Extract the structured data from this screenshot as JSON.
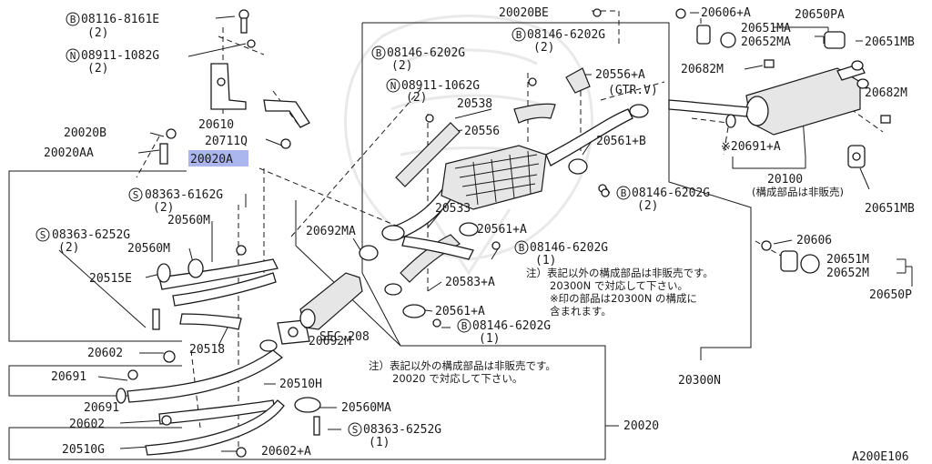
{
  "diagram": {
    "ref_code": "A200E106",
    "highlight_label": "20020A",
    "labels": {
      "b_08116_8161e": "08116-8161E",
      "b_08116_8161e_qty": "(2)",
      "n_08911_1082g": "08911-1082G",
      "n_08911_1082g_qty": "(2)",
      "p20610": "20610",
      "p20711q": "20711Q",
      "p20020b": "20020B",
      "p20020aa": "20020AA",
      "s_08363_6162g": "08363-6162G",
      "s_08363_6162g_qty": "(2)",
      "s_08363_6252g_top": "08363-6252G",
      "s_08363_6252g_top_qty": "(2)",
      "p20560m_a": "20560M",
      "p20560m_b": "20560M",
      "p20515e": "20515E",
      "p20518": "20518",
      "p20602_a": "20602",
      "p20691_a": "20691",
      "p20691_b": "20691",
      "p20602_b": "20602",
      "p20510g": "20510G",
      "p20602a": "20602+A",
      "s_08363_6252g_bot": "08363-6252G",
      "s_08363_6252g_bot_qty": "(1)",
      "p20560ma": "20560MA",
      "p20510h": "20510H",
      "p20692m": "20692M",
      "p20692ma": "20692MA",
      "sec208": "SEC.208",
      "p20533": "20533",
      "p20561a_top": "20561+A",
      "b_08146_6202g_mid": "08146-6202G",
      "b_08146_6202g_mid_qty": "(1)",
      "p20583a": "20583+A",
      "p20561a_bot": "20561+A",
      "b_08146_6202g_low": "08146-6202G",
      "b_08146_6202g_low_qty": "(1)",
      "p20020be": "20020BE",
      "b_08146_6202g_top1": "08146-6202G",
      "b_08146_6202g_top1_qty": "(2)",
      "b_08146_6202g_top2": "08146-6202G",
      "b_08146_6202g_top2_qty": "(2)",
      "n_08911_1062g": "08911-1062G",
      "n_08911_1062g_qty": "(2)",
      "p20538": "20538",
      "p20556": "20556",
      "p20556a": "20556+A",
      "gtrv": "(GTR.V)",
      "p20561b": "20561+B",
      "b_08146_6202g_right": "08146-6202G",
      "b_08146_6202g_right_qty": "(2)",
      "p20606a": "20606+A",
      "p20650pa": "20650PA",
      "p20651ma": "20651MA",
      "p20652ma": "20652MA",
      "p20651mb_top": "20651MB",
      "p20682m_a": "20682M",
      "p20682m_b": "20682M",
      "p20691a": "※20691+A",
      "p20100": "20100",
      "p20100_note": "(構成部品は非販売)",
      "p20651mb_bot": "20651MB",
      "p20606": "20606",
      "p20651m": "20651M",
      "p20652m": "20652M",
      "p20650p": "20650P",
      "p20300n": "20300N",
      "p20020": "20020",
      "circle_b": "B",
      "circle_n": "N",
      "circle_s": "S"
    },
    "notes": {
      "n300_1": "注）表記以外の構成部品は非販売です。",
      "n300_2": "20300N で対応して下さい。",
      "n300_3": "※印の部品は20300N の構成に",
      "n300_4": "含まれます。",
      "n020_1": "注）表記以外の構成部品は非販売です。",
      "n020_2": "20020 で対応して下さい。"
    }
  }
}
